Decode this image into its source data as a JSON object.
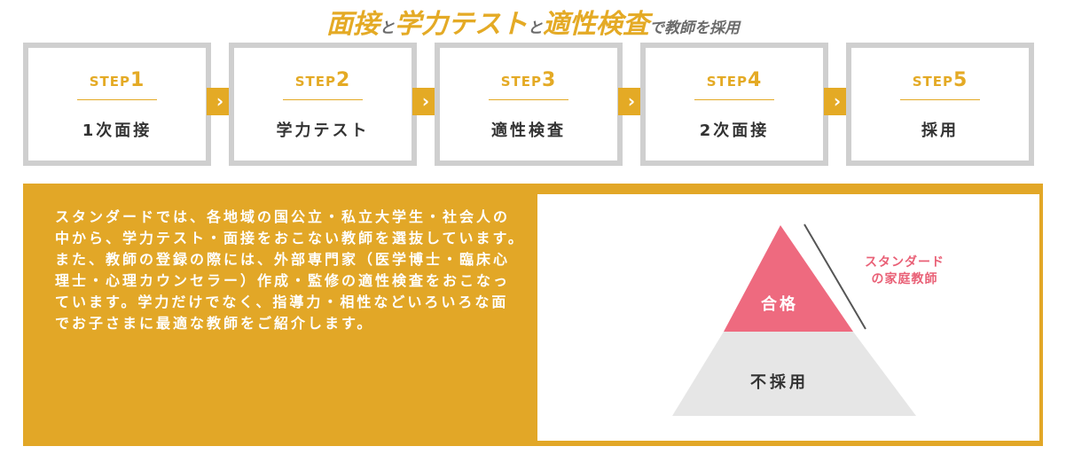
{
  "title": {
    "part1": "面接",
    "conj1": "と",
    "part2": "学力テスト",
    "conj2": "と",
    "part3": "適性検査",
    "suffix": "で教師を採用"
  },
  "steps": [
    {
      "label": "STEP",
      "number": "1",
      "name": "1次面接"
    },
    {
      "label": "STEP",
      "number": "2",
      "name": "学力テスト"
    },
    {
      "label": "STEP",
      "number": "3",
      "name": "適性検査"
    },
    {
      "label": "STEP",
      "number": "4",
      "name": "2次面接"
    },
    {
      "label": "STEP",
      "number": "5",
      "name": "採用"
    }
  ],
  "arrow_glyph": "›",
  "description": "スタンダードでは、各地域の国公立・私立大学生・社会人の中から、学力テスト・面接をおこない教師を選抜しています。また、教師の登録の際には、外部専門家（医学博士・臨床心理士・心理カウンセラー）作成・監修の適性検査をおこなっています。学力だけでなく、指導力・相性などいろいろな面でお子さまに最適な教師をご紹介します。",
  "pyramid": {
    "top_label": "合格",
    "bottom_label": "不採用",
    "callout_line1": "スタンダード",
    "callout_line2": "の家庭教師"
  },
  "colors": {
    "accent": "#e4aa25",
    "border": "#cfcfcf",
    "pink": "#ee6a7f",
    "gray": "#e6e6e6"
  }
}
